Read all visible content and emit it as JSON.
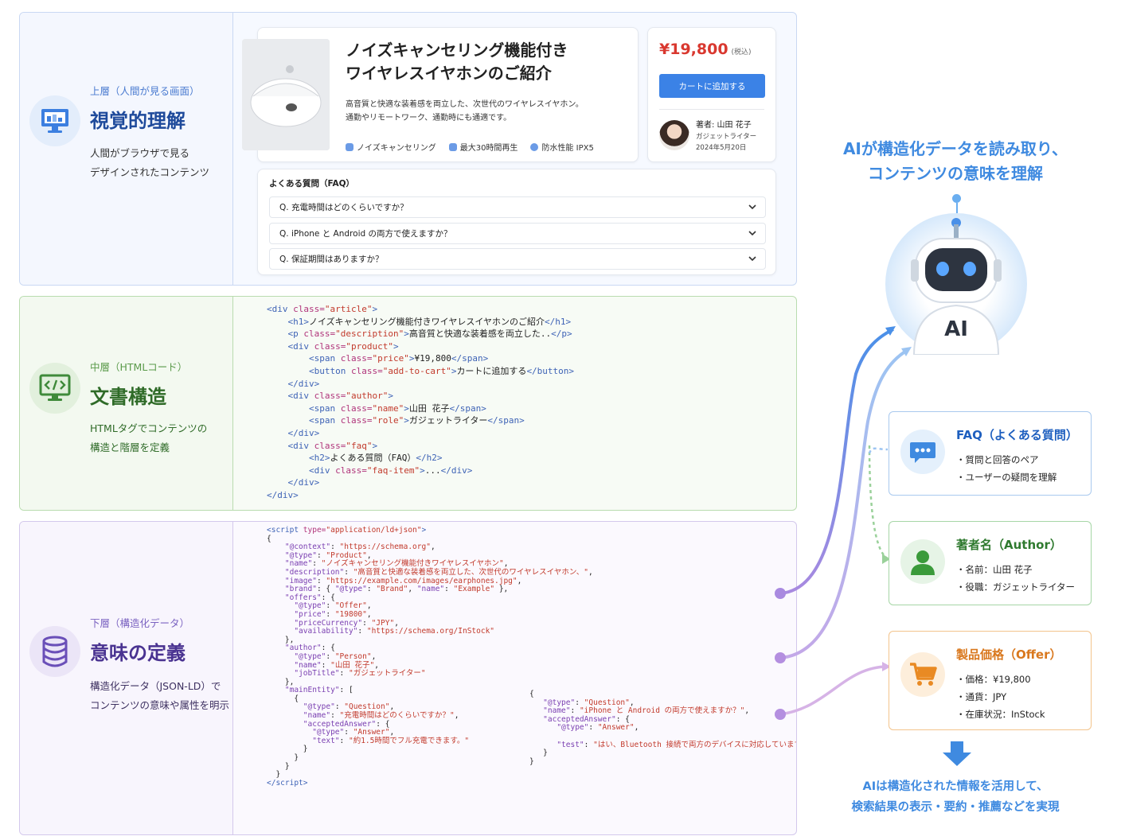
{
  "layers": {
    "visual": {
      "sub": "上層（人間が見る画面）",
      "title": "視覚的理解",
      "desc": "人間がブラウザで見る\nデザインされたコンテンツ"
    },
    "html": {
      "sub": "中層（HTMLコード）",
      "title": "文書構造",
      "desc": "HTMLタグでコンテンツの\n構造と階層を定義"
    },
    "data": {
      "sub": "下層（構造化データ）",
      "title": "意味の定義",
      "desc": "構造化データ（JSON-LD）で\nコンテンツの意味や属性を明示"
    }
  },
  "product": {
    "title": "ノイズキャンセリング機能付き\nワイヤレスイヤホンのご紹介",
    "desc": "高音質と快適な装着感を両立した、次世代のワイヤレスイヤホン。\n通勤やリモートワーク、通勤時にも通適です。",
    "features": [
      "ノイズキャンセリング",
      "最大30時間再生",
      "防水性能 IPX5"
    ],
    "price": "¥19,800",
    "price_tax": "(税込)",
    "cart_button": "カートに追加する",
    "author_name": "著者: 山田 花子",
    "author_role": "ガジェットライター",
    "author_date": "2024年5月20日"
  },
  "faq": {
    "heading": "よくある質問（FAQ）",
    "items": [
      "Q. 充電時間はどのくらいですか？",
      "Q. iPhone と Android の両方で使えますか？",
      "Q. 保証期間はありますか？"
    ]
  },
  "ai": {
    "headline": "AIが構造化データを読み取り、\nコンテンツの意味を理解",
    "robot_label": "AI",
    "footer": "AIは構造化された情報を活用して、\n検索結果の表示・要約・推薦などを実現"
  },
  "cards": {
    "faq": {
      "title": "FAQ（よくある質問）",
      "lines": [
        "・質問と回答のペア",
        "・ユーザーの疑問を理解"
      ]
    },
    "author": {
      "title": "著者名（Author）",
      "lines": [
        "・名前：山田 花子",
        "・役職：ガジェットライター"
      ]
    },
    "offer": {
      "title": "製品価格（Offer）",
      "lines": [
        "・価格：¥19,800",
        "・通貨：JPY",
        "・在庫状況：InStock"
      ]
    }
  },
  "colors": {
    "accent": "#3f8ae0",
    "price": "#d9382f",
    "button": "#3b82e6",
    "flow": "#b48fe0"
  },
  "icons": {
    "visual": "monitor-icon",
    "html": "code-monitor-icon",
    "data": "database-icon",
    "faq": "chat-bubble-icon",
    "author": "person-icon",
    "offer": "cart-icon"
  }
}
